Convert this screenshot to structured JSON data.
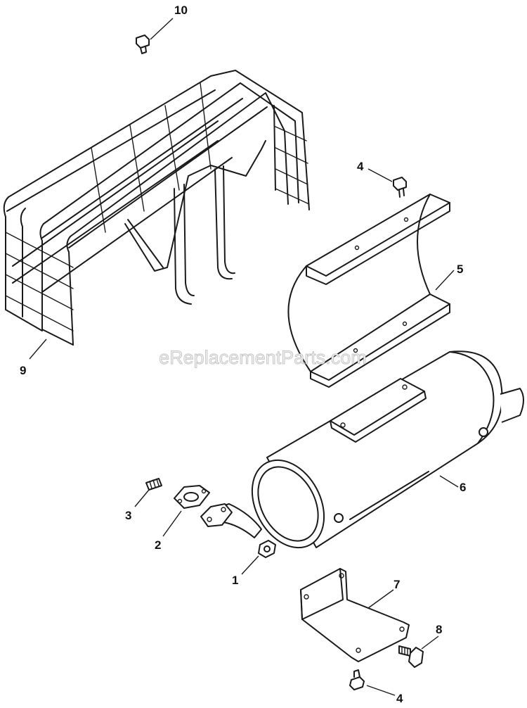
{
  "watermark": "eReplacementParts.com",
  "callouts": {
    "nut": "1",
    "gasket": "2",
    "stud": "3",
    "screw_top": "4",
    "heat_shield": "5",
    "muffler": "6",
    "bracket": "7",
    "bracket_screw": "8",
    "guard": "9",
    "guard_screw": "10",
    "screw_bottom": "4"
  }
}
